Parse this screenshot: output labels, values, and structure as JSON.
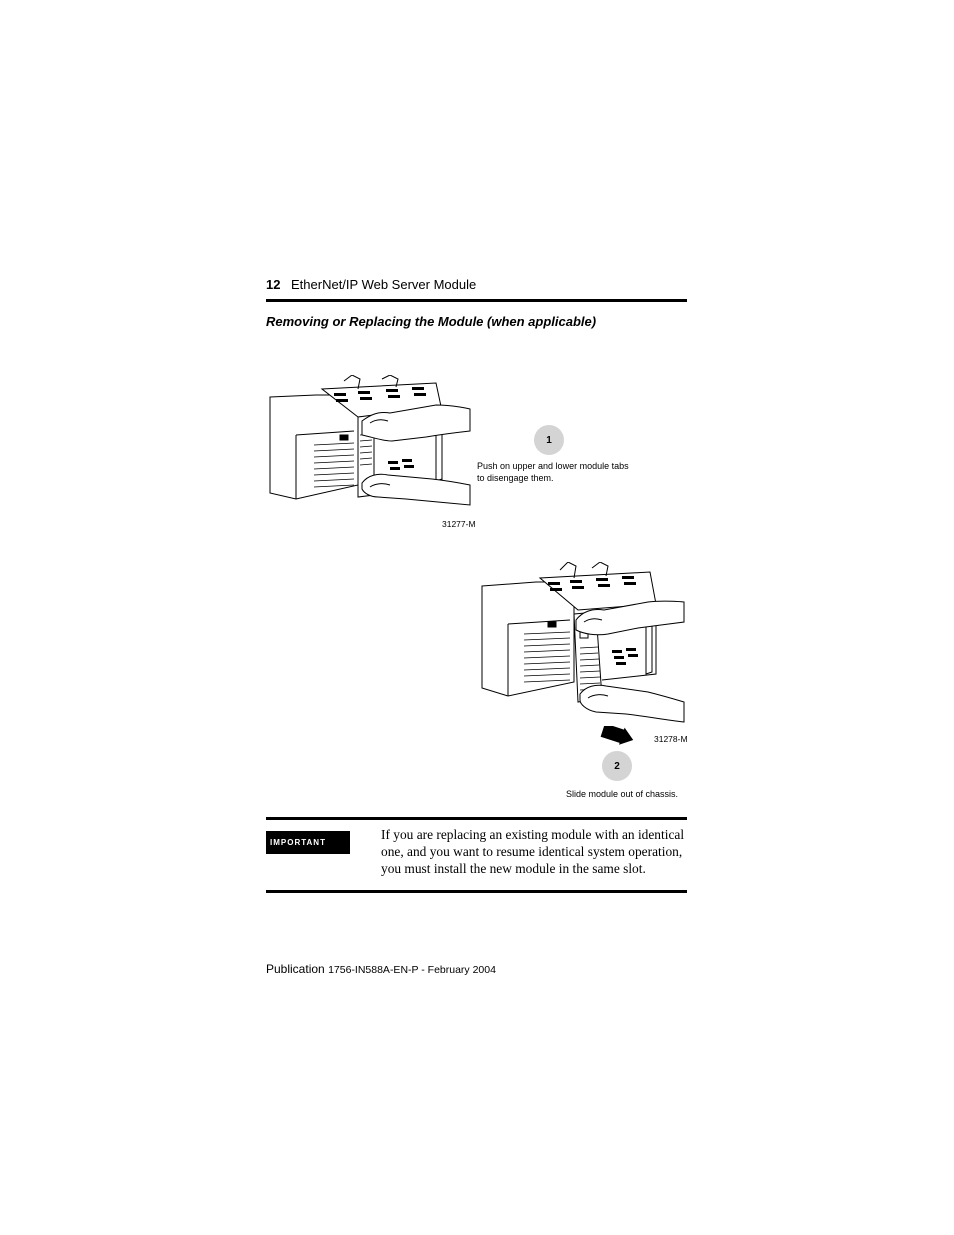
{
  "header": {
    "page_number": "12",
    "title": "EtherNet/IP Web Server Module"
  },
  "section": {
    "heading": "Removing or Replacing the Module (when applicable)"
  },
  "steps": [
    {
      "number": "1",
      "caption": "Push on upper and lower module tabs to disengage them.",
      "figure_id": "31277-M"
    },
    {
      "number": "2",
      "caption": "Slide module out of chassis.",
      "figure_id": "31278-M"
    }
  ],
  "important": {
    "label": "IMPORTANT",
    "text": "If you are replacing an existing module with an identical one, and you want to resume identical system operation, you must install the new module in the same slot."
  },
  "footer": {
    "publication_label": "Publication",
    "publication_id": "1756-IN588A-EN-P - February 2004"
  }
}
